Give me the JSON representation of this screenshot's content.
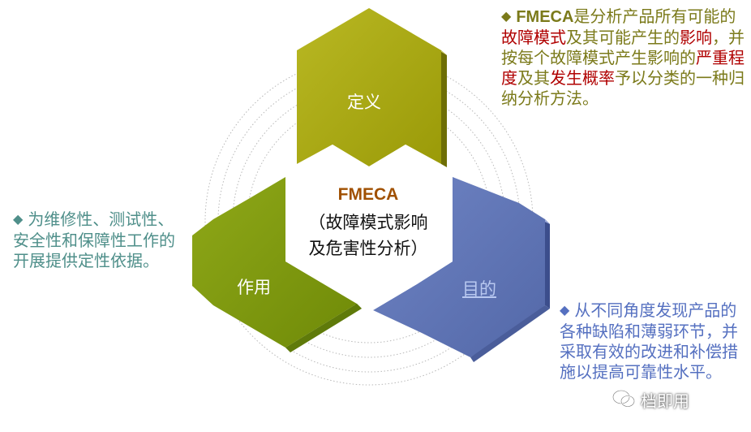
{
  "center": {
    "title": "FMECA",
    "subtitle_line1": "（故障模式影响",
    "subtitle_line2": "及危害性分析）"
  },
  "segments": {
    "definition": {
      "label": "定义",
      "color": "#a7a70d"
    },
    "function": {
      "label": "作用",
      "color": "#7f9a0f"
    },
    "purpose": {
      "label": "目的",
      "color": "#6074b4"
    }
  },
  "definition_text": {
    "bullet": "◆",
    "p1": "FMECA",
    "p2": "是分析产品所有可能的",
    "p3": "故障模式",
    "p4": "及其可能产生的",
    "p5": "影响",
    "p6": "，并按每个故障模式产生影响的",
    "p7": "严重程度",
    "p8": "及其",
    "p9": "发生概率",
    "p10": "予以分类的一种归纳分析方法。"
  },
  "function_text": {
    "bullet": "◆",
    "text": "为维修性、测试性、安全性和保障性工作的开展提供定性依据。"
  },
  "purpose_text": {
    "bullet": "◆",
    "text": "从不同角度发现产品的各种缺陷和薄弱环节，并采取有效的改进和补偿措施以提高可靠性水平。"
  },
  "watermark": {
    "text": "档即用"
  }
}
